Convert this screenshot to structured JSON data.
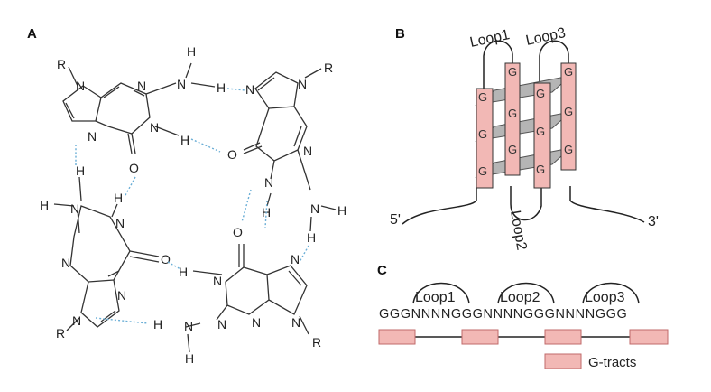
{
  "panels": {
    "a": "A",
    "b": "B",
    "c": "C"
  },
  "atoms": {
    "nitrogen": "N",
    "hydrogen": "H",
    "oxygen": "O",
    "residue": "R"
  },
  "panel_b": {
    "loops": [
      "Loop1",
      "Loop2",
      "Loop3"
    ],
    "five_prime": "5'",
    "three_prime": "3'",
    "g_label": "G"
  },
  "panel_c": {
    "loops": [
      "Loop1",
      "Loop2",
      "Loop3"
    ],
    "sequence": "GGGNNNNGGGNNNNGGGNNNNGGG",
    "legend": "G-tracts"
  },
  "colors": {
    "g_tract_fill": "#f2b8b5",
    "g_tract_stroke": "#c06a6a",
    "tetrad_fill": "#b5b5b5",
    "hbond": "#6aaed6"
  }
}
